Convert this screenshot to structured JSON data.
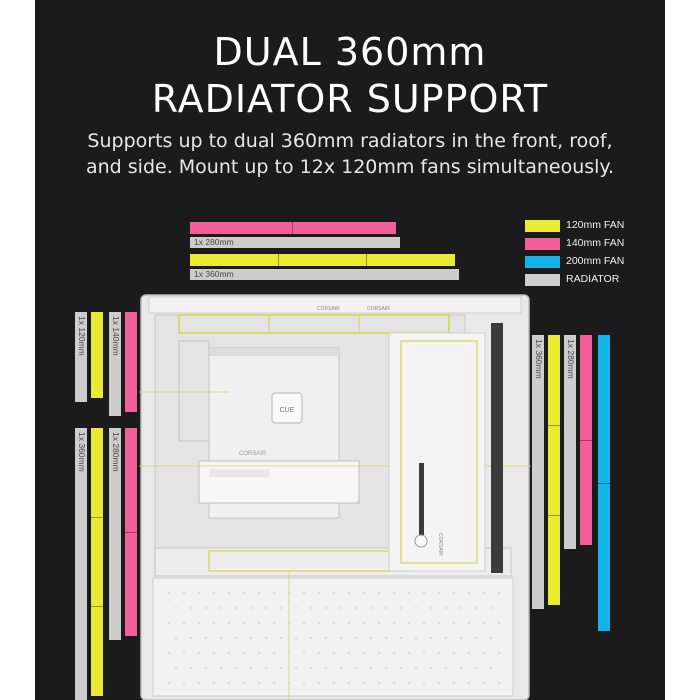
{
  "header": {
    "title_line1": "DUAL 360mm",
    "title_line2": "RADIATOR SUPPORT",
    "subtitle_line1": "Supports up to dual 360mm radiators in the front, roof,",
    "subtitle_line2": "and side. Mount up to 12x 120mm fans simultaneously."
  },
  "legend": [
    {
      "label": "120mm FAN",
      "color": "#eaea33"
    },
    {
      "label": "140mm FAN",
      "color": "#f05f98"
    },
    {
      "label": "200mm FAN",
      "color": "#12b4e8"
    },
    {
      "label": "RADIATOR",
      "color": "#cdcdcd"
    }
  ],
  "top_labels": {
    "rad_280": "1x 280mm",
    "rad_360": "1x 360mm"
  },
  "left_labels": {
    "rad_120": "1x 120mm",
    "rad_140": "1x 140mm",
    "rad_360": "1x 360mm",
    "rad_280": "1x 280mm"
  },
  "right_labels": {
    "rad_360": "1x 360mm",
    "rad_280": "1x 280mm"
  },
  "case": {
    "brand_top": "CORSAIR",
    "brand_glass": "CORSAIR",
    "brand_side": "CORSAIR",
    "brand_gpu": "CORSAIR"
  }
}
